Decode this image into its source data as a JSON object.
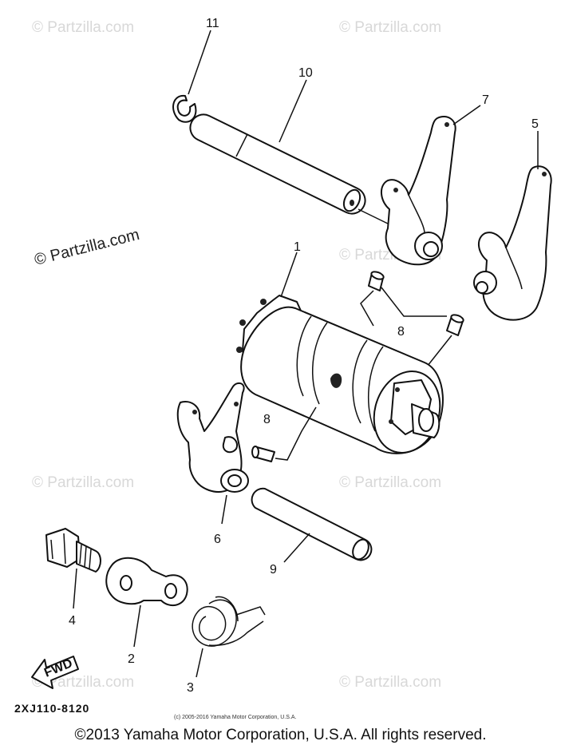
{
  "watermarks": {
    "main": "© Partzilla.com",
    "faint": "© Partzilla.com"
  },
  "callouts": [
    "11",
    "10",
    "7",
    "5",
    "1",
    "8",
    "8",
    "6",
    "9",
    "4",
    "2",
    "3"
  ],
  "fwd_label": "FWD",
  "diagram_code": "2XJ110-8120",
  "small_copyright": "(c) 2005-2016 Yamaha Motor Corporation, U.S.A.",
  "footer_copyright": "©2013 Yamaha Motor Corporation, U.S.A. All rights reserved."
}
